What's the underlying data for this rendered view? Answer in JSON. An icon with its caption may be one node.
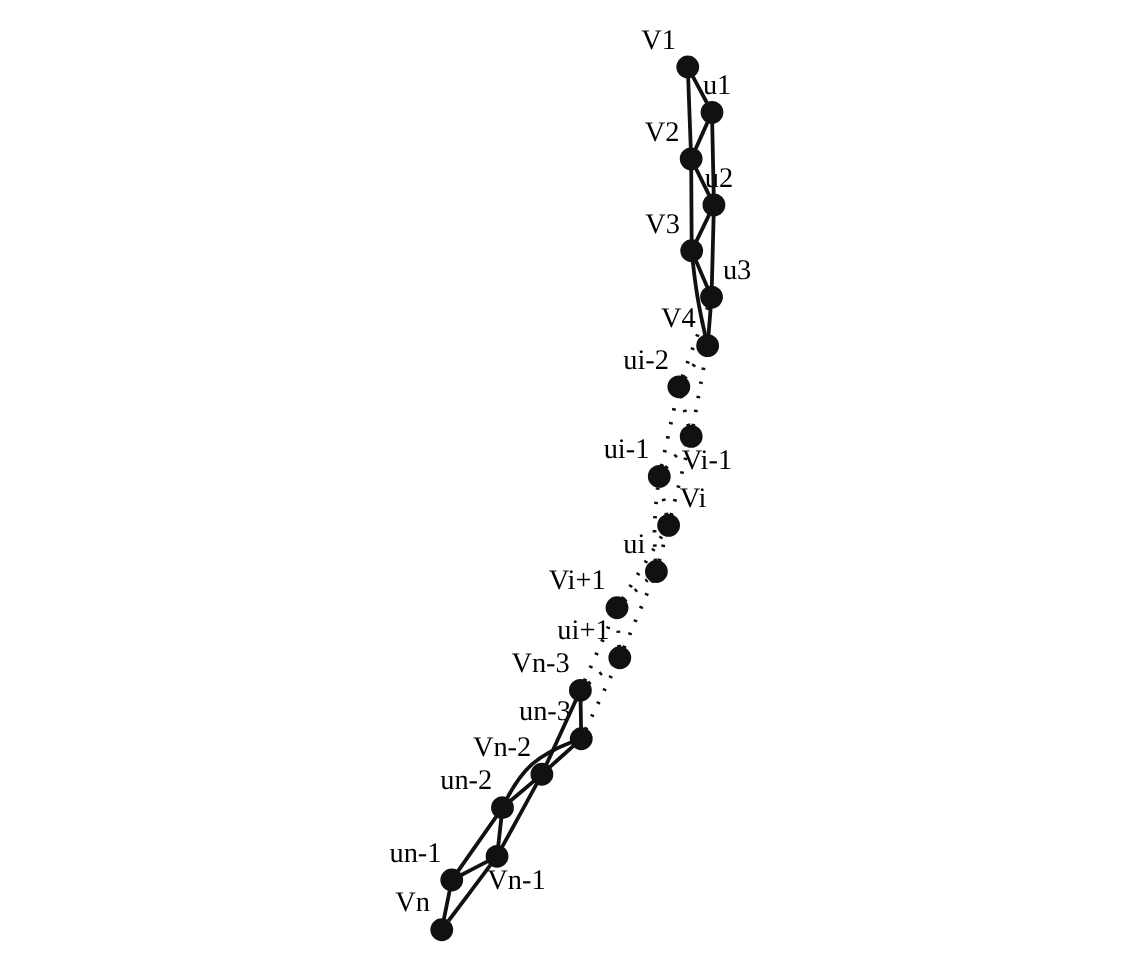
{
  "diagram": {
    "nodes": [
      {
        "text": [
          "Vn"
        ]
      },
      {
        "text": [
          "un-1"
        ]
      },
      {
        "text": [
          "Vn-1"
        ]
      },
      {
        "text": [
          "un-2"
        ]
      },
      {
        "text": [
          "Vn-2"
        ]
      },
      {
        "text": [
          "un-3"
        ]
      },
      {
        "text": [
          "Vn-3"
        ]
      },
      {
        "text": [
          "ui+1"
        ]
      },
      {
        "text": [
          "Vi+1"
        ]
      },
      {
        "text": [
          "ui"
        ]
      },
      {
        "text": [
          "Vi"
        ]
      },
      {
        "text": [
          "ui-1"
        ]
      },
      {
        "text": [
          "Vi-1"
        ]
      },
      {
        "text": [
          "ui-2"
        ]
      },
      {
        "text": [
          "V4"
        ]
      },
      {
        "text": [
          "u3"
        ]
      },
      {
        "text": [
          "V3"
        ]
      },
      {
        "text": [
          "u2"
        ]
      },
      {
        "text": [
          "V2"
        ]
      },
      {
        "text": [
          "u1"
        ]
      },
      {
        "text": [
          "V1"
        ]
      }
    ],
    "edges": [
      {
        "from": 0,
        "to": 1,
        "arrow": "none"
      },
      {
        "from": 0,
        "to": 2,
        "arrow": "none"
      },
      {
        "from": 1,
        "to": 2,
        "arrow": "none"
      },
      {
        "from": 1,
        "to": 3,
        "arrow": "none"
      },
      {
        "from": 2,
        "to": 3,
        "arrow": "none"
      },
      {
        "from": 2,
        "to": 4,
        "arrow": "none"
      },
      {
        "from": 3,
        "to": 4,
        "arrow": "none"
      },
      {
        "from": 3,
        "to": 5,
        "arrow": "none"
      },
      {
        "from": 4,
        "to": 5,
        "arrow": "none"
      },
      {
        "from": 4,
        "to": 6,
        "arrow": "none"
      },
      {
        "from": 5,
        "to": 6,
        "arrow": "none"
      },
      {
        "from": 5,
        "to": 7,
        "arrow": "none",
        "style": "dashed"
      },
      {
        "from": 6,
        "to": 7,
        "arrow": "none",
        "style": "dashed"
      },
      {
        "from": 6,
        "to": 8,
        "arrow": "none",
        "style": "dashed"
      },
      {
        "from": 7,
        "to": 8,
        "arrow": "none",
        "style": "dashed"
      },
      {
        "from": 7,
        "to": 9,
        "arrow": "none",
        "style": "dashed"
      },
      {
        "from": 8,
        "to": 9,
        "arrow": "none",
        "style": "dashed"
      },
      {
        "from": 8,
        "to": 10,
        "arrow": "none",
        "style": "dashed"
      },
      {
        "from": 9,
        "to": 10,
        "arrow": "none",
        "style": "dashed"
      },
      {
        "from": 9,
        "to": 11,
        "arrow": "none",
        "style": "dashed"
      },
      {
        "from": 10,
        "to": 11,
        "arrow": "none",
        "style": "dashed"
      },
      {
        "from": 10,
        "to": 12,
        "arrow": "none",
        "style": "dashed"
      },
      {
        "from": 11,
        "to": 12,
        "arrow": "none",
        "style": "dashed"
      },
      {
        "from": 11,
        "to": 13,
        "arrow": "none",
        "style": "dashed"
      },
      {
        "from": 12,
        "to": 13,
        "arrow": "none",
        "style": "dashed"
      },
      {
        "from": 12,
        "to": 14,
        "arrow": "none",
        "style": "dashed"
      },
      {
        "from": 13,
        "to": 14,
        "arrow": "none",
        "style": "dashed"
      },
      {
        "from": 13,
        "to": 15,
        "arrow": "none",
        "style": "dashed"
      },
      {
        "from": 14,
        "to": 15,
        "arrow": "none"
      },
      {
        "from": 14,
        "to": 16,
        "arrow": "none"
      },
      {
        "from": 15,
        "to": 16,
        "arrow": "none"
      },
      {
        "from": 15,
        "to": 17,
        "arrow": "none"
      },
      {
        "from": 16,
        "to": 17,
        "arrow": "none"
      },
      {
        "from": 16,
        "to": 18,
        "arrow": "none"
      },
      {
        "from": 17,
        "to": 18,
        "arrow": "none"
      },
      {
        "from": 17,
        "to": 19,
        "arrow": "none"
      },
      {
        "from": 18,
        "to": 19,
        "arrow": "none"
      },
      {
        "from": 18,
        "to": 20,
        "arrow": "none"
      },
      {
        "from": 19,
        "to": 20,
        "arrow": "none"
      }
    ]
  }
}
